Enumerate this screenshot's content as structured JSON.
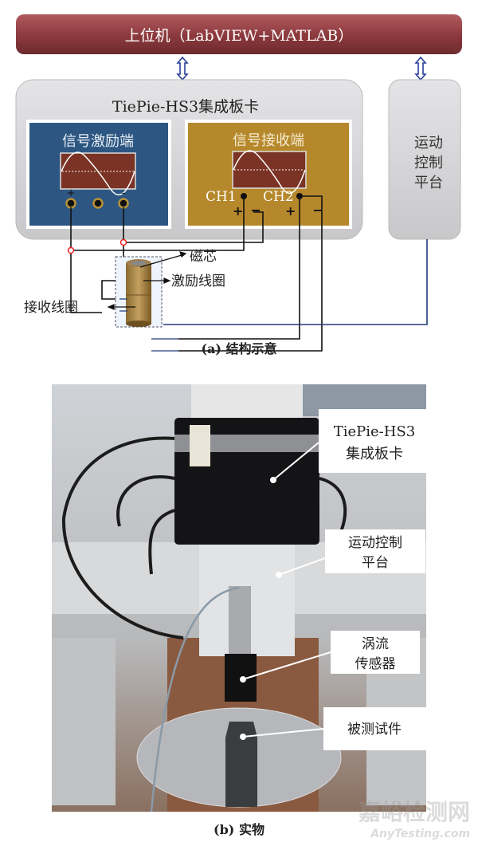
{
  "diagram": {
    "host": "上位机（LabVIEW+MATLAB）",
    "board_title": "TiePie-HS3集成板卡",
    "excitation_panel": "信号激励端",
    "receiver_panel": "信号接收端",
    "plus": "+",
    "minus": "-",
    "ch1": "CH1",
    "ch2": "CH2",
    "motion_platform": [
      "运动",
      "控制",
      "平台"
    ],
    "core_label": "磁芯",
    "excitation_coil_label": "激励线圈",
    "receiving_coil_label": "接收线圈",
    "caption": "(a) 结构示意",
    "colors": {
      "host": "#8e3b3f",
      "excitation": "#2d5782",
      "receiver": "#b6882c",
      "screen": "#7a3324",
      "board": "#d4d4d6"
    }
  },
  "photo": {
    "labels": [
      "TiePie-HS3",
      "集成板卡",
      "运动控制",
      "平台",
      "涡流",
      "传感器",
      "被测试件"
    ],
    "caption": "(b) 实物"
  },
  "watermark": {
    "cn": "嘉峪检测网",
    "en": "AnyTesting.com"
  }
}
